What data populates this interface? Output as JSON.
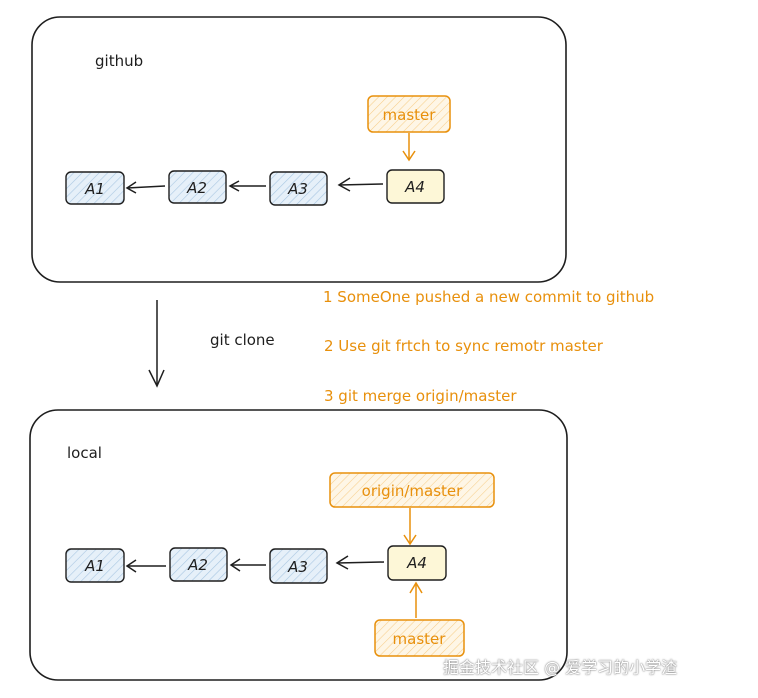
{
  "panels": {
    "remote": {
      "label": "github"
    },
    "local": {
      "label": "local"
    }
  },
  "remote_commits": [
    "A1",
    "A2",
    "A3",
    "A4"
  ],
  "local_commits": [
    "A1",
    "A2",
    "A3",
    "A4"
  ],
  "remote_pointer": "master",
  "local_pointers": {
    "top": "origin/master",
    "bottom": "master"
  },
  "clone_label": "git clone",
  "notes": [
    "1 SomeOne pushed a new commit to github",
    "2 Use git frtch to sync remotr master",
    "3 git merge origin/master"
  ],
  "watermark": "掘金技术社区 @ 爱学习的小学渣",
  "colors": {
    "commit_fill": "#d9e8f5",
    "head_fill": "#fdf7d7",
    "orange": "#e8900c",
    "orange_fill": "#fdf0d5",
    "stroke": "#1e1e1e"
  },
  "icons": {
    "arrow": "arrow-left-icon",
    "down_arrow": "arrow-down-icon"
  }
}
